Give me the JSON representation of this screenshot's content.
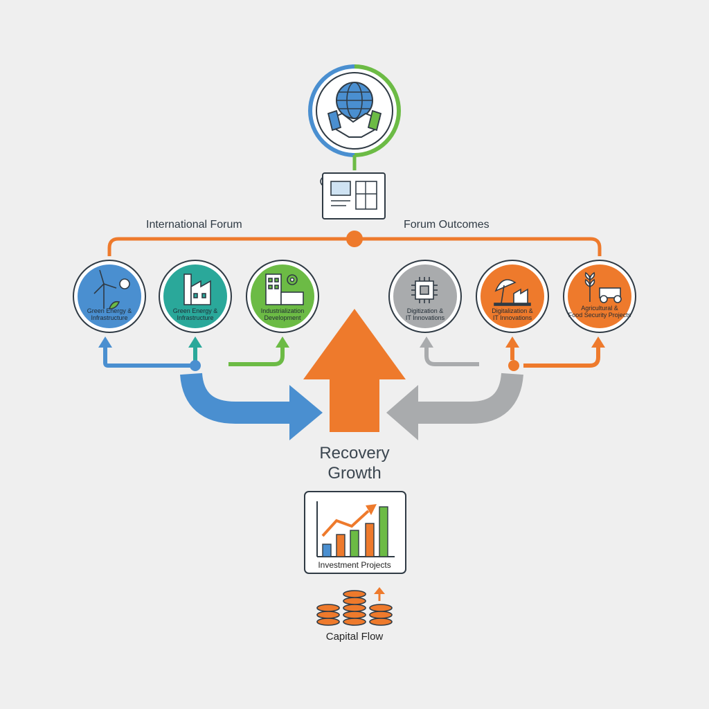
{
  "labels": {
    "international_forum": "International Forum",
    "forum_outcomes": "Forum Outcomes",
    "recovery": "Recovery",
    "growth": "Growth",
    "investment_projects": "Investment Projects",
    "capital_flow": "Capital Flow"
  },
  "nodes": [
    {
      "label_line1": "Green Energy &",
      "label_line2": "Infrastructure",
      "color": "#4a8fd0",
      "icon": "wind-turbine-sun-icon"
    },
    {
      "label_line1": "Green Energy &",
      "label_line2": "Infrastructure",
      "color": "#2aa89a",
      "icon": "factory-icon"
    },
    {
      "label_line1": "Industrialization",
      "label_line2": "Development",
      "color": "#6cbb45",
      "icon": "building-gear-icon"
    },
    {
      "label_line1": "Digitization &",
      "label_line2": "IT Innovations",
      "color": "#a9abad",
      "icon": "microchip-icon"
    },
    {
      "label_line1": "Digitalization &",
      "label_line2": "IT Innovations",
      "color": "#ee7a2c",
      "icon": "satellite-factory-icon"
    },
    {
      "label_line1": "Agricultural &",
      "label_line2": "Food Security Projects",
      "color": "#ee7a2c",
      "icon": "wheat-tractor-icon"
    }
  ],
  "colors": {
    "blue": "#4a8fd0",
    "teal": "#2aa89a",
    "green": "#6cbb45",
    "gray": "#a9abad",
    "orange": "#ee7a2c",
    "dark": "#2f3a44"
  },
  "icons": {
    "top": "globe-handshake-icon",
    "document": "blueprint-document-icon",
    "chart": "bar-chart-growth-icon",
    "coins": "coin-stacks-icon"
  }
}
